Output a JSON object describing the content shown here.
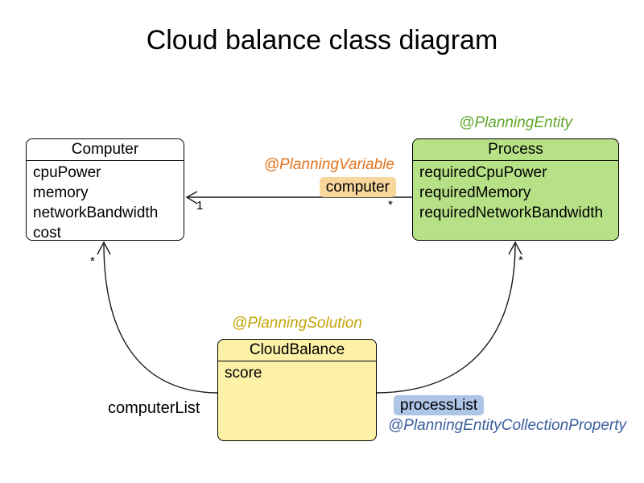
{
  "title": "Cloud balance class diagram",
  "colors": {
    "line_color": "#1a1a1a",
    "process_fill": "#b7e187",
    "cloudbalance_fill": "#fcf1a6",
    "planning_entity_color": "#61a62b",
    "planning_solution_color": "#c3a405",
    "planning_variable_color": "#e2731c",
    "planning_ecp_color": "#3a5e9c",
    "computer_chip": "#f9d79c",
    "processlist_chip": "#adc5e7"
  },
  "classes": {
    "computer": {
      "name": "Computer",
      "attributes": [
        "cpuPower",
        "memory",
        "networkBandwidth",
        "cost"
      ]
    },
    "process": {
      "name": "Process",
      "annotation": "@PlanningEntity",
      "attributes": [
        "requiredCpuPower",
        "requiredMemory",
        "requiredNetworkBandwidth"
      ]
    },
    "cloud_balance": {
      "name": "CloudBalance",
      "annotation": "@PlanningSolution",
      "attributes": [
        "score"
      ]
    }
  },
  "associations": {
    "computer_variable": {
      "annotation": "@PlanningVariable",
      "label": "computer",
      "target_multiplicity": "1",
      "source_multiplicity": "*"
    },
    "computer_list": {
      "label": "computerList",
      "multiplicity": "*"
    },
    "process_list": {
      "label": "processList",
      "annotation": "@PlanningEntityCollectionProperty",
      "multiplicity": "*"
    }
  }
}
